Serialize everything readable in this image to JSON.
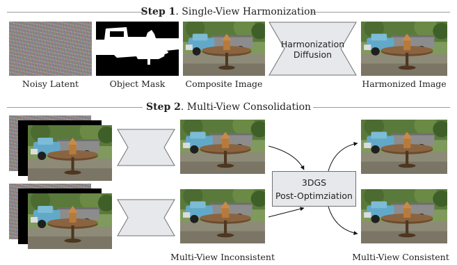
{
  "step1": {
    "prefix": "Step 1",
    "rest": ". Single-View Harmonization"
  },
  "step2": {
    "prefix": "Step 2",
    "rest": ". Multi-View Consolidation"
  },
  "captions": {
    "noisy_latent": "Noisy Latent",
    "object_mask": "Object Mask",
    "composite_image": "Composite Image",
    "harmonized_image": "Harmonized Image",
    "multi_view_inconsistent": "Multi-View Inconsistent",
    "multi_view_consistent": "Multi-View Consistent"
  },
  "harmonization_box": {
    "line1": "Harmonization",
    "line2": "Diffusion"
  },
  "dgs_box": {
    "line1": "3DGS",
    "line2": "Post-Optimziation"
  },
  "colors": {
    "truck_blue": "#62a9c9",
    "shape_fill": "#e6e8eb",
    "border": "#6f6f6f",
    "rule": "#9a9a9a"
  },
  "icons": [
    "truck-photo",
    "noise-texture",
    "mask-silhouette",
    "arrow"
  ]
}
